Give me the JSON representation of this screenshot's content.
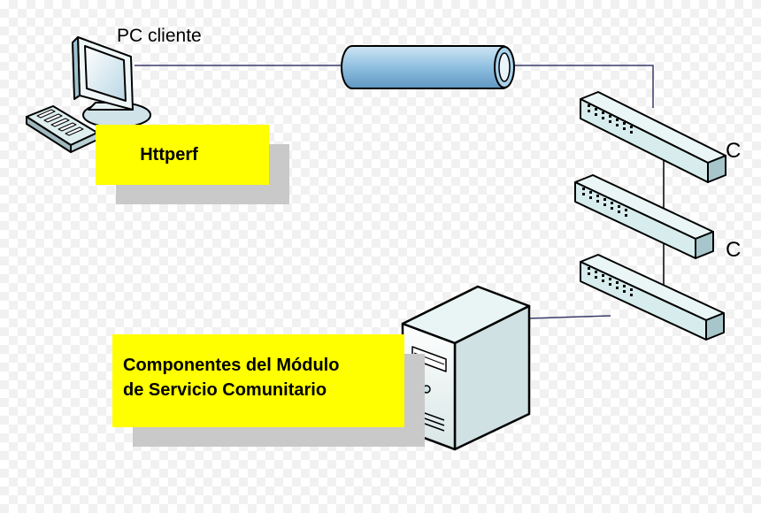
{
  "diagram": {
    "client_label": "PC cliente",
    "tool_label": "Httperf",
    "server_label_line1": "Componentes del Módulo",
    "server_label_line2": "de Servicio Comunitario",
    "edge_letters": [
      "C",
      "C"
    ]
  },
  "colors": {
    "label_fill": "#ffff00",
    "label_shadow": "#c9c9c9",
    "link_line": "#3a3a6a",
    "tube_fill": "#8fbfe0",
    "device_fill": "#dff0ef"
  },
  "icons": [
    "monitor-icon",
    "keyboard-icon",
    "network-tube-icon",
    "switch-icon",
    "server-icon"
  ]
}
